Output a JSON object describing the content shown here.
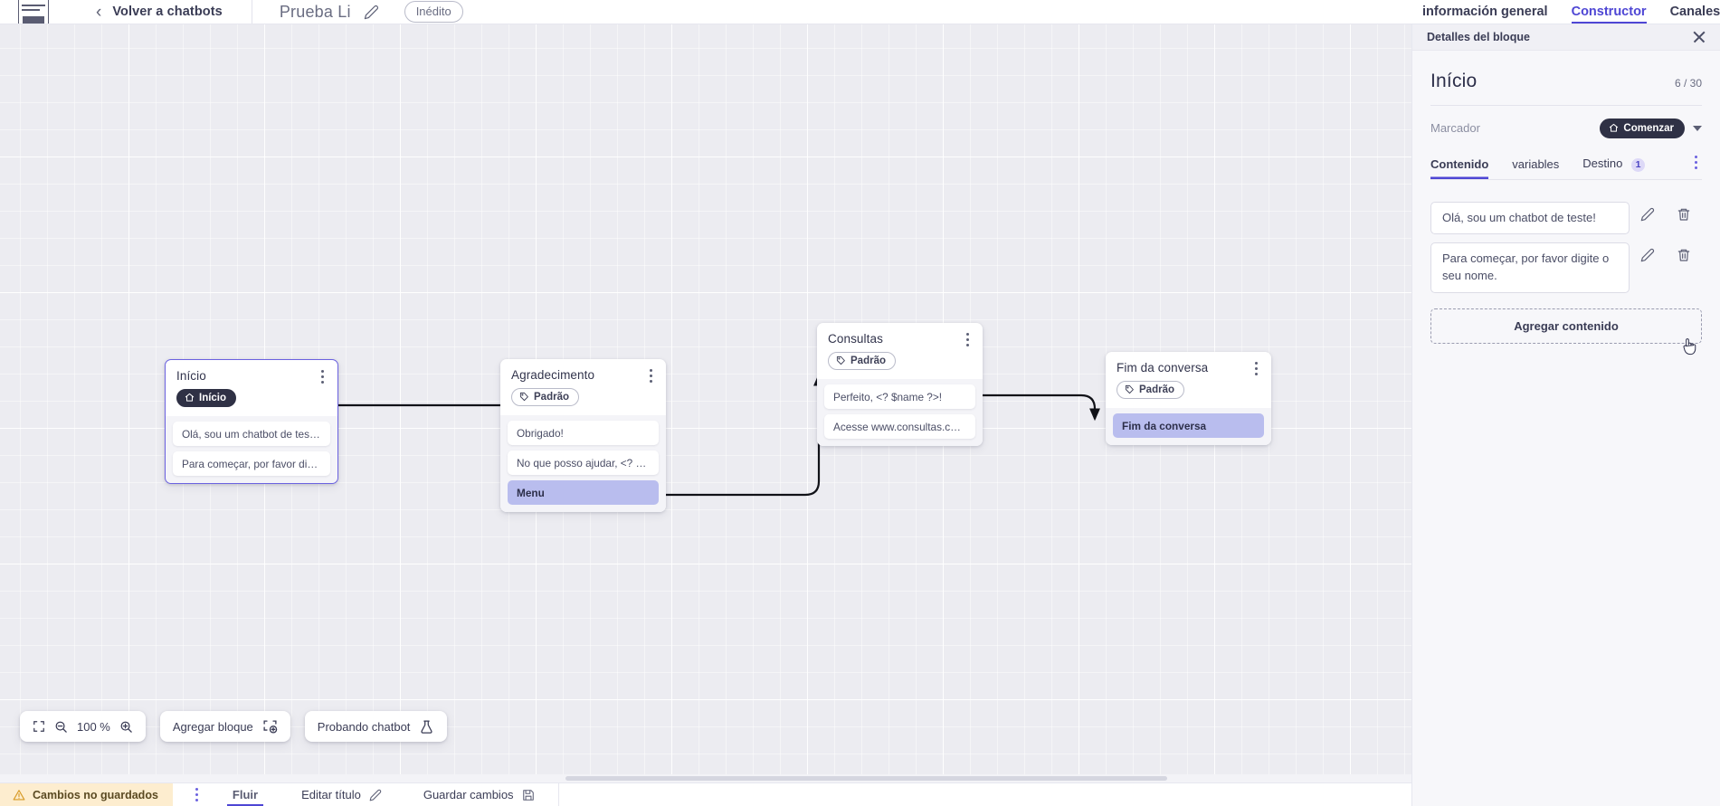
{
  "topbar": {
    "logo": "app-logo",
    "back_label": "Volver a chatbots",
    "bot_name": "Prueba Li",
    "edit_icon": "pencil-icon",
    "status_badge": "Inédito"
  },
  "right_tabs": [
    {
      "label": "información general",
      "active": false
    },
    {
      "label": "Constructor",
      "active": true
    },
    {
      "label": "Canales",
      "active": false
    }
  ],
  "canvas": {
    "zoom_level": "100 %",
    "fit_icon": "fit-screen-icon",
    "zoom_out_icon": "zoom-out-icon",
    "zoom_in_icon": "zoom-in-icon",
    "add_block_label": "Agregar bloque",
    "add_block_icon": "add-block-icon",
    "test_chatbot_label": "Probando chatbot",
    "test_chatbot_icon": "flask-icon",
    "nodes": [
      {
        "id": "inicio",
        "title": "Início",
        "tag": "Início",
        "tag_style": "dark",
        "tag_icon": "home-icon",
        "selected": true,
        "messages": [
          {
            "text": "Olá, sou um chatbot de teste!",
            "accent": false
          },
          {
            "text": "Para começar, por favor digite o ...",
            "accent": false
          }
        ]
      },
      {
        "id": "agradecimento",
        "title": "Agradecimento",
        "tag": "Padrão",
        "tag_style": "light",
        "tag_icon": "tag-icon",
        "selected": false,
        "messages": [
          {
            "text": "Obrigado!",
            "accent": false
          },
          {
            "text": "No que posso ajudar, <? $name ...",
            "accent": false
          },
          {
            "text": "Menu",
            "accent": true
          }
        ]
      },
      {
        "id": "consultas",
        "title": "Consultas",
        "tag": "Padrão",
        "tag_style": "light",
        "tag_icon": "tag-icon",
        "selected": false,
        "messages": [
          {
            "text": "Perfeito, <? $name ?>!",
            "accent": false
          },
          {
            "text": "Acesse www.consultas.com par...",
            "accent": false
          }
        ]
      },
      {
        "id": "fim",
        "title": "Fim da conversa",
        "tag": "Padrão",
        "tag_style": "light",
        "tag_icon": "tag-icon",
        "selected": false,
        "messages": [
          {
            "text": "Fim da conversa",
            "accent": true
          }
        ]
      }
    ]
  },
  "statusbar": {
    "unsaved_label": "Cambios no guardados",
    "warning_icon": "warning-icon",
    "kebab_icon": "more-vertical-icon",
    "flow_tab": "Fluir",
    "edit_title_label": "Editar título",
    "edit_title_icon": "pencil-icon",
    "save_label": "Guardar cambios",
    "save_icon": "floppy-disk-icon"
  },
  "panel": {
    "header_label": "Detalles del bloque",
    "close_icon": "close-icon",
    "block_title": "Início",
    "counter": "6 / 30",
    "marker_label": "Marcador",
    "marker_badge": "Comenzar",
    "marker_badge_icon": "home-icon",
    "marker_chevron": "chevron-down-icon",
    "tabs": [
      {
        "label": "Contenido",
        "active": true,
        "badge": null
      },
      {
        "label": "variables",
        "active": false,
        "badge": null
      },
      {
        "label": "Destino",
        "active": false,
        "badge": "1"
      }
    ],
    "tabs_kebab": "more-vertical-icon",
    "contents": [
      {
        "text": "Olá, sou um chatbot de teste!",
        "edit_icon": "pencil-icon",
        "delete_icon": "trash-icon"
      },
      {
        "text": "Para começar, por favor digite o seu nome.",
        "edit_icon": "pencil-icon",
        "delete_icon": "trash-icon"
      }
    ],
    "add_content_label": "Agregar contenido"
  },
  "colors": {
    "accent": "#4e46d4",
    "accent_soft": "#b9bdee",
    "dark_badge": "#2f3145",
    "canvas_bg": "#ececf1",
    "warning_bg": "#fdedcf"
  }
}
